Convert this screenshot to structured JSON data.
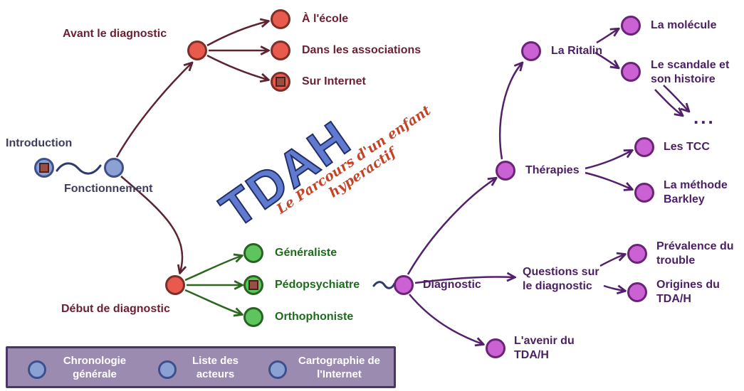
{
  "title": {
    "main": "TDAH",
    "subtitle": "Le Parcours d'un enfant hyperactif"
  },
  "nodes": {
    "introduction": {
      "label": "Introduction"
    },
    "fonctionnement": {
      "label": "Fonctionnement"
    },
    "avant": {
      "label": "Avant le diagnostic"
    },
    "ecole": {
      "label": "À l'école"
    },
    "associations": {
      "label": "Dans les associations"
    },
    "internet": {
      "label": "Sur Internet"
    },
    "debut": {
      "label": "Début de diagnostic"
    },
    "generaliste": {
      "label": "Généraliste"
    },
    "pedopsychiatre": {
      "label": "Pédopsychiatre"
    },
    "orthophoniste": {
      "label": "Orthophoniste"
    },
    "diagnostic": {
      "label": "Diagnostic"
    },
    "therapies": {
      "label": "Thérapies"
    },
    "ritalin": {
      "label": "La Ritalin"
    },
    "molecule": {
      "label": "La molécule"
    },
    "scandale": {
      "label": "Le scandale et son histoire"
    },
    "more": {
      "label": "..."
    },
    "tcc": {
      "label": "Les TCC"
    },
    "barkley": {
      "label": "La méthode Barkley"
    },
    "questions": {
      "label": "Questions sur le diagnostic"
    },
    "prevalence": {
      "label": "Prévalence du trouble"
    },
    "origines": {
      "label": "Origines du TDA/H"
    },
    "avenir": {
      "label": "L'avenir du TDA/H"
    }
  },
  "legend": {
    "items": [
      {
        "label": "Chronologie générale"
      },
      {
        "label": "Liste des acteurs"
      },
      {
        "label": "Cartographie de l'Internet"
      }
    ]
  },
  "colors": {
    "node_red": "#e8594e",
    "node_blue": "#8ba0d3",
    "node_green": "#5ec45e",
    "node_purple": "#cb62d4",
    "label_maroon": "#6b2133",
    "label_green": "#1e6b1e",
    "label_purple": "#4b1f63",
    "label_slate": "#3f3d5c",
    "title_blue": "#5f7ace",
    "subtitle_red": "#c2452a",
    "legend_bg": "#9b8bb1"
  }
}
